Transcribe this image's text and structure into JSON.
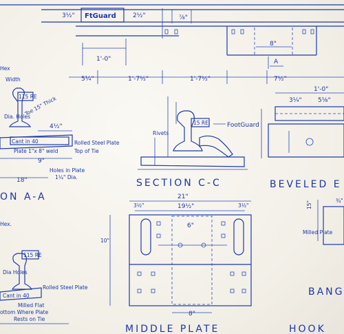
{
  "labels": {
    "ft_guard": "FtGuard",
    "dim_3_5": "3½\"",
    "dim_2_5": "2½\"",
    "dim_7_8": "⅞\"",
    "dim_1_0": "1'-0\"",
    "dim_8": "8\"",
    "label_a": "A",
    "dim_5_25": "5¼\"",
    "dim_1_7_5a": "1'-7½\"",
    "dim_1_7_5b": "1'-7½\"",
    "dim_7_5": "7½\"",
    "hex": "Hex",
    "width": "Width",
    "rail_115": "115 RE",
    "dia_holes": "Dia. Holes",
    "toe": "Toe 15\" Thick",
    "dim_4_5": "4½\"",
    "cant": "Cant in 40",
    "plate_size": "Plate 1\"x 8\" weld",
    "rolled_steel_plate": "Rolled Steel Plate",
    "top_of_tie": "Top of Tie",
    "dim_9": "9\"",
    "holes_in_plate": "Holes in Plate",
    "holes_dia": "1¼\" Dia.",
    "dim_18": "18\"",
    "section_aa": "ON A-A",
    "rivets": "Rivets",
    "foot_guard": "FootGuard",
    "rail_115_b": "15 RE",
    "section_cc": "SECTION C-C",
    "beveled": "BEVELED E",
    "dim_1_0b": "1'-0\"",
    "dim_3_25": "3¼\"",
    "dim_5_5": "5⅝\"",
    "dim_21": "21\"",
    "dim_19_5": "19½\"",
    "dim_3_5b": "3½\"",
    "dim_3_5c": "3½\"",
    "dim_6": "6\"",
    "dim_10": "10\"",
    "dim_8b": "8\"",
    "hex_b": "Hex.",
    "rail_115_c": "115 RE",
    "dia_holes_b": "Dia Holes",
    "rolled_steel_plate_b": "Rolled Steel Plate",
    "cant_b": "Cant in 40",
    "milled_flat": "Milled Flat",
    "where_plate": "ottom Where Plate",
    "rests_on_tie": "Rests on Tie",
    "milled_plate": "Milled Plate",
    "middle_plate": "MIDDLE PLATE",
    "hook": "HOOK",
    "bango": "BANGO",
    "dim_15": "15\"",
    "dim_3_4": "¾\""
  }
}
